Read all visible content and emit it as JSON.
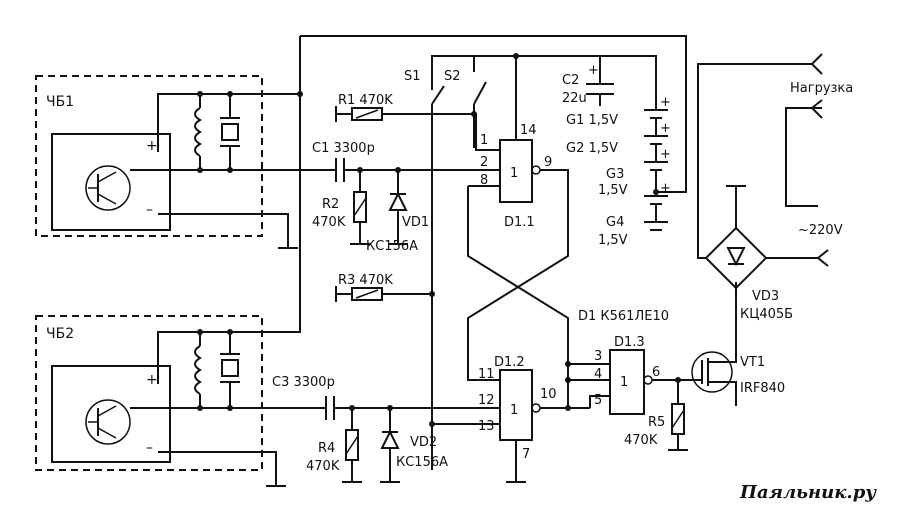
{
  "blocks": {
    "chb1": "ЧБ1",
    "chb2": "ЧБ2",
    "plus": "+",
    "minus": "–"
  },
  "components": {
    "r1": "R1 470K",
    "r2": "R2",
    "r2_value": "470K",
    "r3": "R3 470K",
    "r4": "R4",
    "r4_value": "470K",
    "r5": "R5",
    "r5_value": "470K",
    "c1": "C1 3300p",
    "c2": "C2",
    "c2_value": "22u",
    "c3": "C3 3300p",
    "vd1": "VD1",
    "vd1_type": "КС156А",
    "vd2": "VD2",
    "vd2_type": "КС156А",
    "vd3": "VD3",
    "vd3_type": "КЦ405Б",
    "vt1": "VT1",
    "vt1_type": "IRF840",
    "s1": "S1",
    "s2": "S2",
    "g1": "G1 1,5V",
    "g2": "G2 1,5V",
    "g3": "G3",
    "g3_value": "1,5V",
    "g4": "G4",
    "g4_value": "1,5V",
    "d1": "D1 К561ЛЕ10",
    "d1_1": "D1.1",
    "d1_2": "D1.2",
    "d1_3": "D1.3",
    "gate": "1",
    "battery_plus": "+"
  },
  "pins": {
    "p1": "1",
    "p2": "2",
    "p8": "8",
    "p9": "9",
    "p14": "14",
    "p11": "11",
    "p12": "12",
    "p13": "13",
    "p10": "10",
    "p7": "7",
    "p3": "3",
    "p4": "4",
    "p5": "5",
    "p6": "6"
  },
  "load": {
    "label": "Нагрузка",
    "mains": "~220V"
  },
  "watermark": "Паяльник.ру"
}
